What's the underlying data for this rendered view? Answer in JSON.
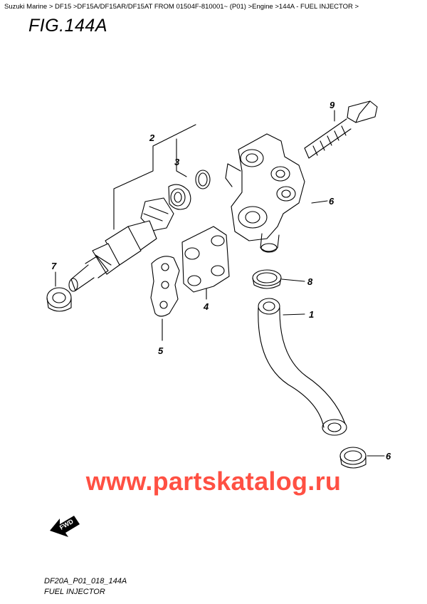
{
  "breadcrumb": "Suzuki Marine > DF15 >DF15A/DF15AR/DF15AT FROM 01504F-810001~ (P01) >Engine >144A - FUEL INJECTOR >",
  "figure": {
    "title": "FIG.144A"
  },
  "callouts": {
    "c1": "1",
    "c2": "2",
    "c3": "3",
    "c4": "4",
    "c5": "5",
    "c6a": "6",
    "c6b": "6",
    "c7": "7",
    "c8": "8",
    "c9": "9"
  },
  "fwd_label": "FWD",
  "watermark": "www.partskatalog.ru",
  "drawing_code": "DF20A_P01_018_144A",
  "caption": "FUEL INJECTOR",
  "colors": {
    "watermark": "#ff2a1a",
    "line": "#000000"
  }
}
